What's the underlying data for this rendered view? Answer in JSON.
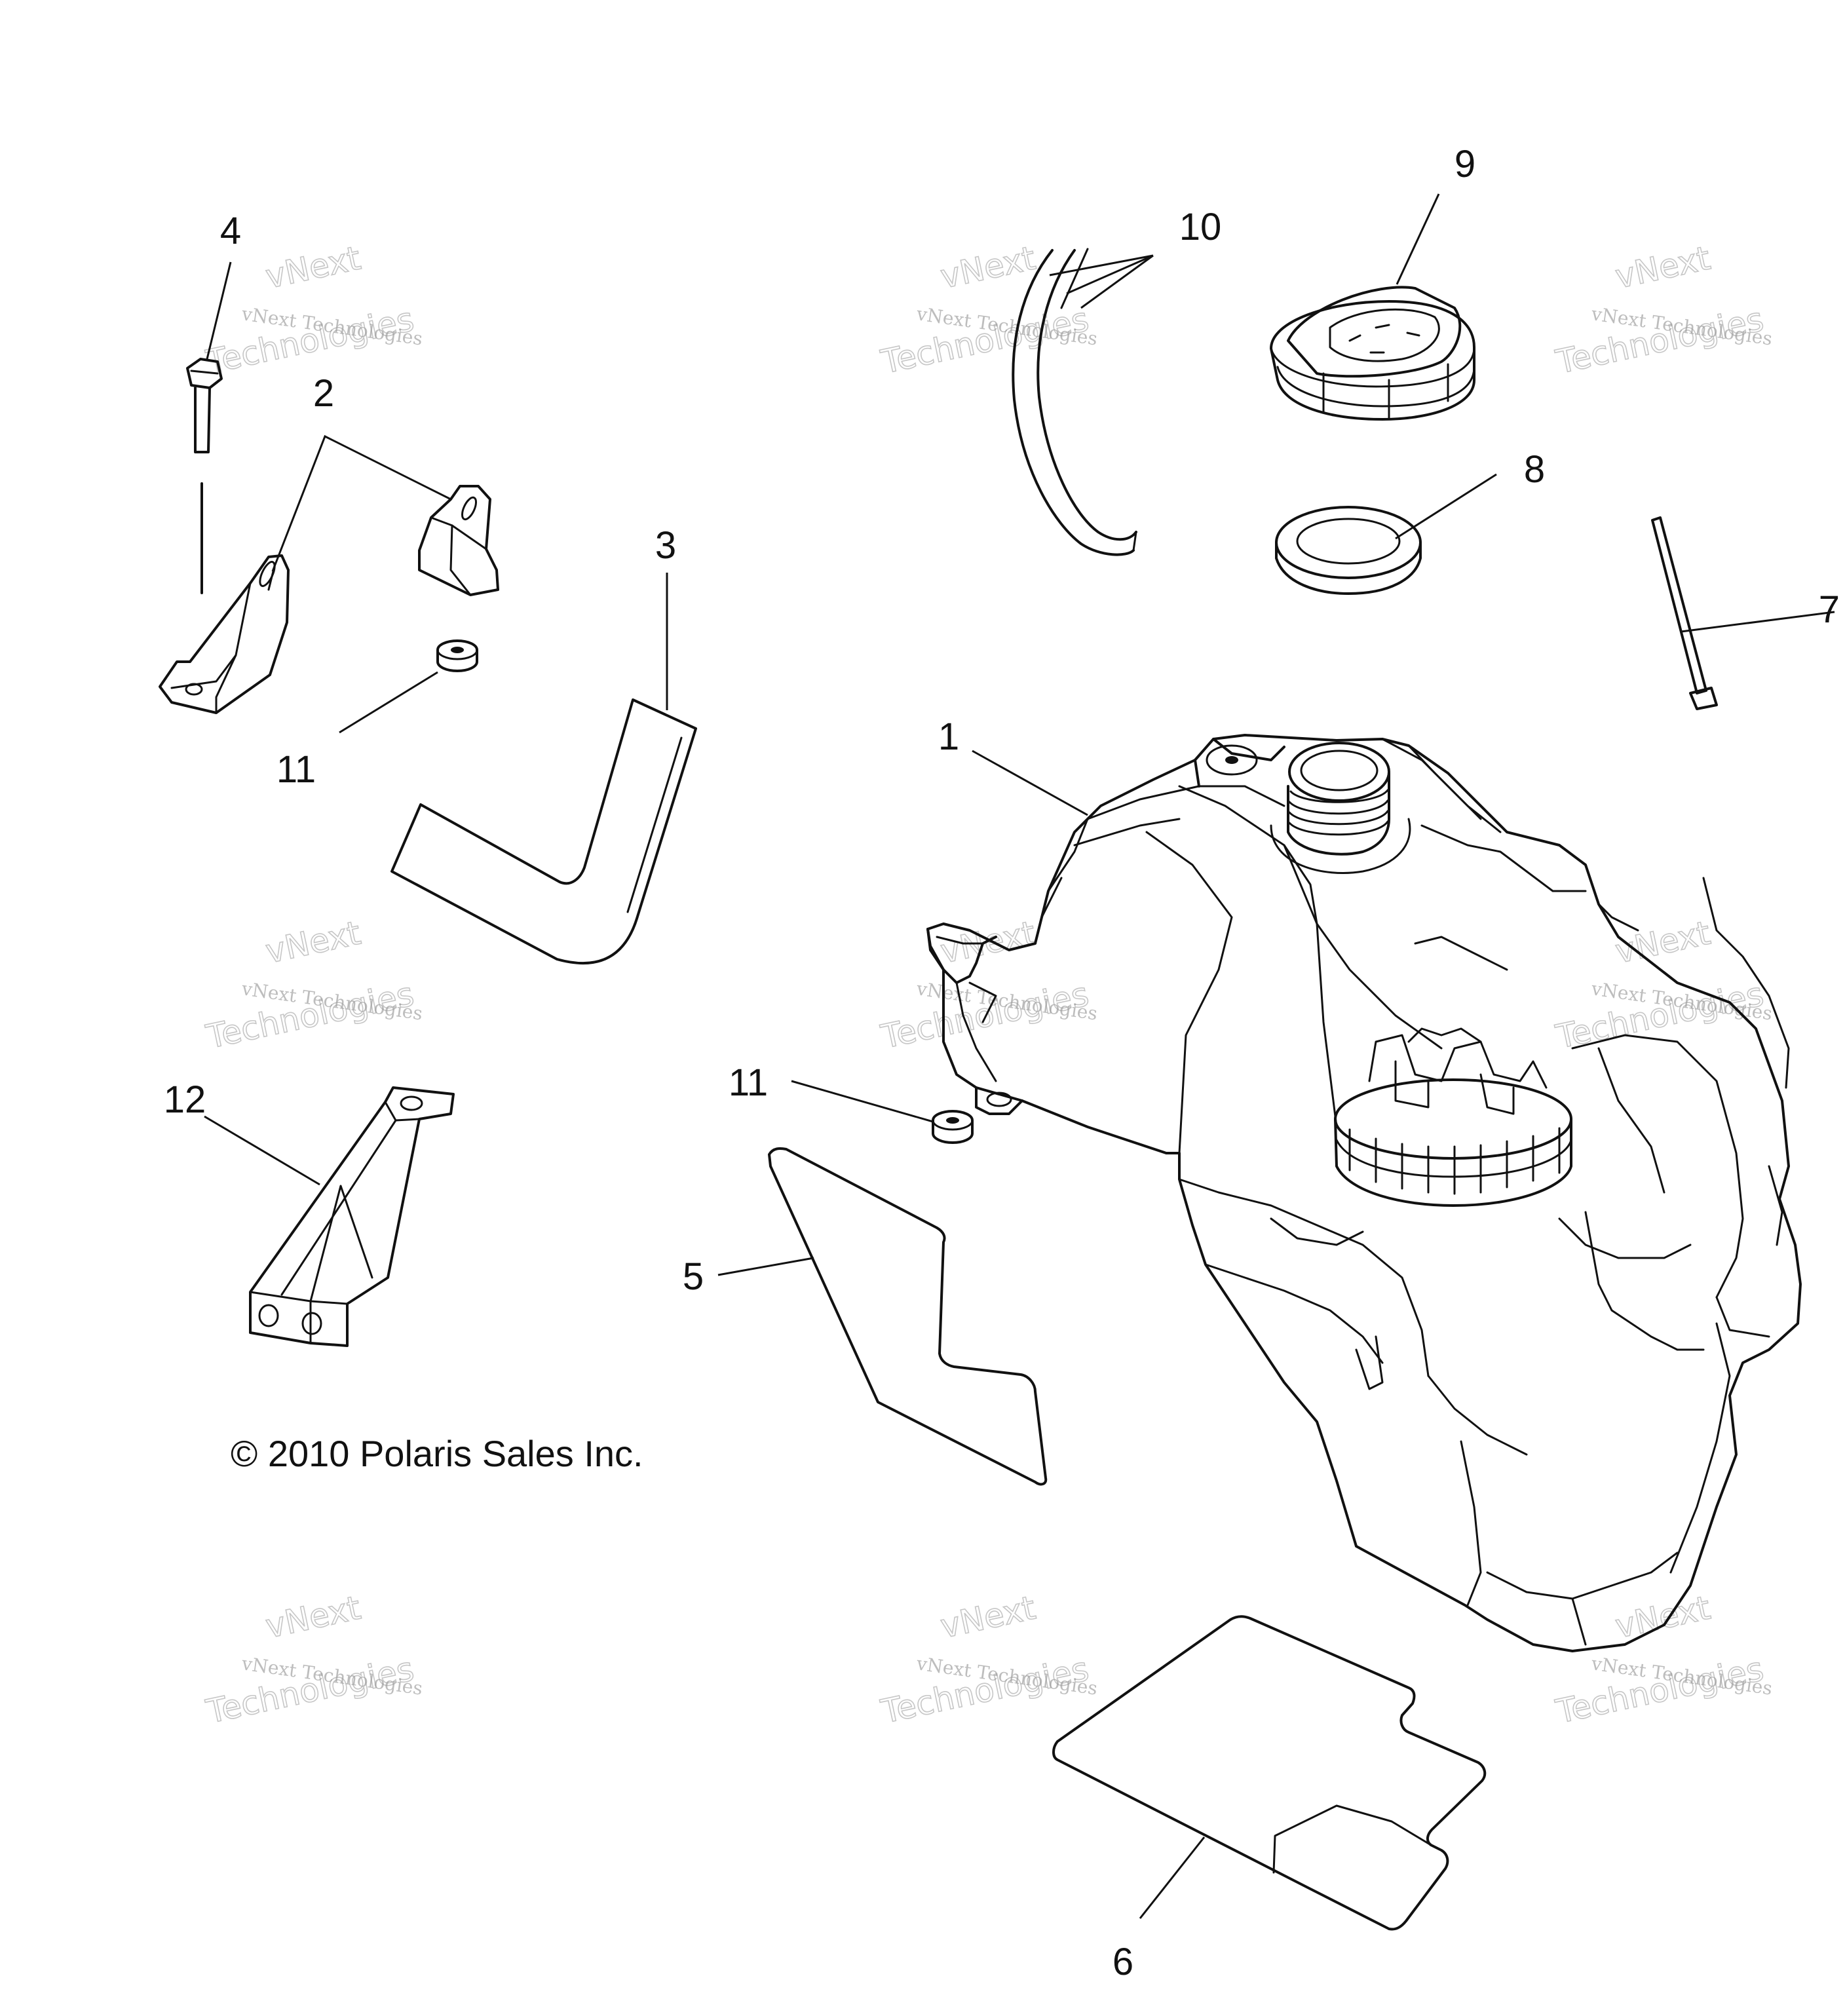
{
  "diagram": {
    "copyright": "© 2010 Polaris Sales Inc.",
    "watermark": {
      "line1": "vNext",
      "line2": "vNext Technologies",
      "line3": "Technologies"
    },
    "callouts": [
      {
        "id": "c4",
        "label": "4"
      },
      {
        "id": "c2",
        "label": "2"
      },
      {
        "id": "c3",
        "label": "3"
      },
      {
        "id": "c11a",
        "label": "11"
      },
      {
        "id": "c12",
        "label": "12"
      },
      {
        "id": "c10",
        "label": "10"
      },
      {
        "id": "c9",
        "label": "9"
      },
      {
        "id": "c8",
        "label": "8"
      },
      {
        "id": "c7",
        "label": "7"
      },
      {
        "id": "c1",
        "label": "1"
      },
      {
        "id": "c11b",
        "label": "11"
      },
      {
        "id": "c5",
        "label": "5"
      },
      {
        "id": "c6",
        "label": "6"
      }
    ]
  }
}
